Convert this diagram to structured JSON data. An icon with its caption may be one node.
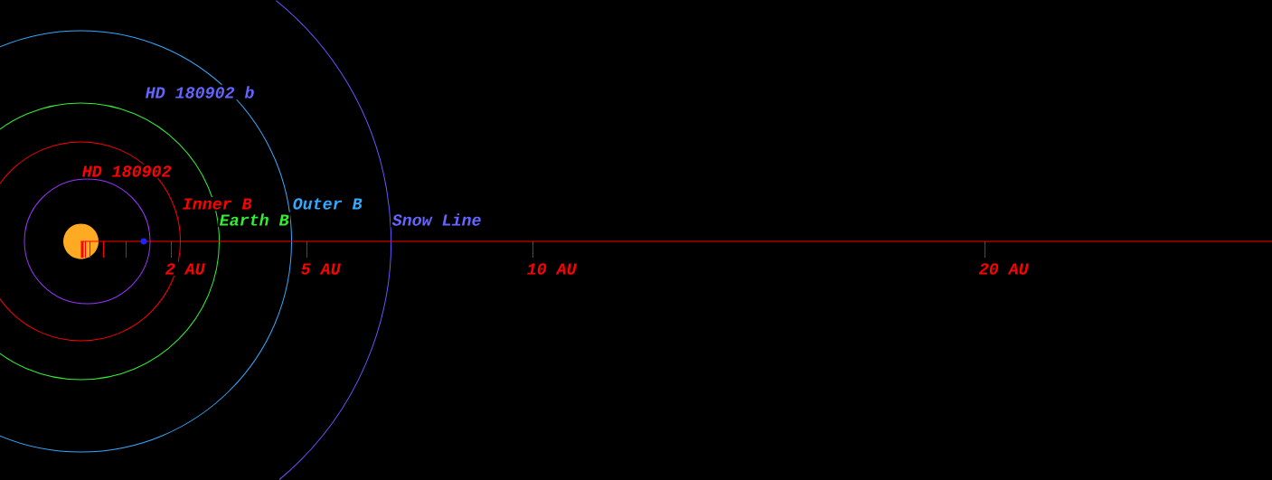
{
  "diagram": {
    "labels": [
      "HD 180902 b",
      "HD 180902",
      "Inner B",
      "Outer B",
      "Earth B",
      "Snow Line",
      "2 AU",
      "5 AU",
      "10 AU",
      "20 AU"
    ]
  }
}
